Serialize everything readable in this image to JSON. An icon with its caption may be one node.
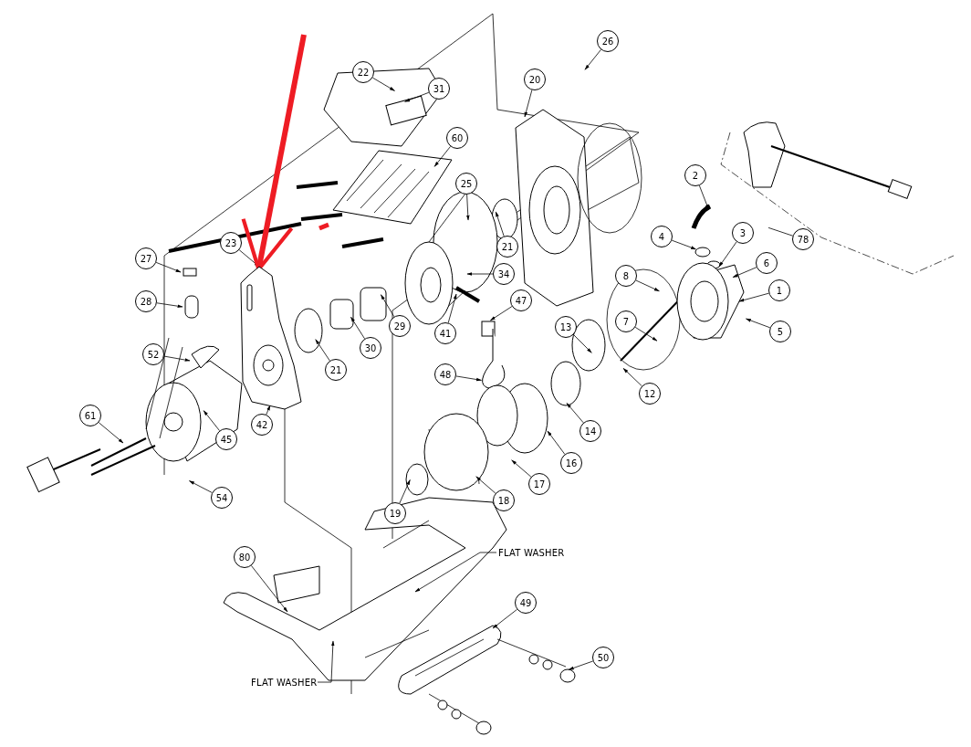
{
  "diagram": {
    "nodes": [
      {
        "text": [
          "22"
        ]
      },
      {
        "text": [
          "31"
        ]
      },
      {
        "text": [
          "26"
        ]
      },
      {
        "text": [
          "20"
        ]
      },
      {
        "text": [
          "60"
        ]
      },
      {
        "text": [
          "25"
        ]
      },
      {
        "text": [
          "21"
        ]
      },
      {
        "text": [
          "2"
        ]
      },
      {
        "text": [
          "4"
        ]
      },
      {
        "text": [
          "3"
        ]
      },
      {
        "text": [
          "78"
        ]
      },
      {
        "text": [
          "6"
        ]
      },
      {
        "text": [
          "8"
        ]
      },
      {
        "text": [
          "1"
        ]
      },
      {
        "text": [
          "5"
        ]
      },
      {
        "text": [
          "23"
        ]
      },
      {
        "text": [
          "27"
        ]
      },
      {
        "text": [
          "28"
        ]
      },
      {
        "text": [
          "52"
        ]
      },
      {
        "text": [
          "34"
        ]
      },
      {
        "text": [
          "41"
        ]
      },
      {
        "text": [
          "47"
        ]
      },
      {
        "text": [
          "30"
        ]
      },
      {
        "text": [
          "29"
        ]
      },
      {
        "text": [
          "21"
        ]
      },
      {
        "text": [
          "7"
        ]
      },
      {
        "text": [
          "13"
        ]
      },
      {
        "text": [
          "12"
        ]
      },
      {
        "text": [
          "14"
        ]
      },
      {
        "text": [
          "48"
        ]
      },
      {
        "text": [
          "42"
        ]
      },
      {
        "text": [
          "45"
        ]
      },
      {
        "text": [
          "61"
        ]
      },
      {
        "text": [
          "54"
        ]
      },
      {
        "text": [
          "16"
        ]
      },
      {
        "text": [
          "17"
        ]
      },
      {
        "text": [
          "18"
        ]
      },
      {
        "text": [
          "19"
        ]
      },
      {
        "text": [
          "80"
        ]
      },
      {
        "text": [
          "49"
        ]
      },
      {
        "text": [
          "50"
        ]
      },
      {
        "text": [
          "FLAT WASHER"
        ]
      },
      {
        "text": [
          "FLAT WASHER"
        ]
      },
      {
        "text": [],
        "shape": "picture"
      }
    ],
    "edges": [
      {
        "from": 0,
        "to": null,
        "arrow": "to"
      },
      {
        "from": 1,
        "to": null,
        "arrow": "to"
      },
      {
        "from": 2,
        "to": null,
        "arrow": "to"
      },
      {
        "from": 3,
        "to": null,
        "arrow": "to"
      },
      {
        "from": 4,
        "to": null,
        "arrow": "to"
      },
      {
        "from": 5,
        "to": null,
        "arrow": "to"
      },
      {
        "from": 6,
        "to": null,
        "arrow": "to"
      },
      {
        "from": 7,
        "to": null,
        "arrow": "to"
      },
      {
        "from": 8,
        "to": null,
        "arrow": "to"
      },
      {
        "from": 9,
        "to": null,
        "arrow": "to"
      },
      {
        "from": 10,
        "to": null,
        "arrow": "none"
      },
      {
        "from": 11,
        "to": null,
        "arrow": "to"
      },
      {
        "from": 12,
        "to": null,
        "arrow": "to"
      },
      {
        "from": 13,
        "to": null,
        "arrow": "to"
      },
      {
        "from": 14,
        "to": null,
        "arrow": "to"
      },
      {
        "from": 15,
        "to": 43,
        "arrow": "to"
      },
      {
        "from": 16,
        "to": null,
        "arrow": "to"
      },
      {
        "from": 17,
        "to": null,
        "arrow": "to"
      },
      {
        "from": 18,
        "to": null,
        "arrow": "to"
      },
      {
        "from": 19,
        "to": null,
        "arrow": "to"
      },
      {
        "from": 20,
        "to": null,
        "arrow": "to"
      },
      {
        "from": 21,
        "to": null,
        "arrow": "to"
      },
      {
        "from": 22,
        "to": null,
        "arrow": "to"
      },
      {
        "from": 23,
        "to": null,
        "arrow": "to"
      },
      {
        "from": 24,
        "to": null,
        "arrow": "to"
      },
      {
        "from": 25,
        "to": null,
        "arrow": "to"
      },
      {
        "from": 26,
        "to": null,
        "arrow": "to"
      },
      {
        "from": 27,
        "to": null,
        "arrow": "to"
      },
      {
        "from": 28,
        "to": null,
        "arrow": "to"
      },
      {
        "from": 29,
        "to": null,
        "arrow": "to"
      },
      {
        "from": 30,
        "to": 43,
        "arrow": "to"
      },
      {
        "from": 31,
        "to": null,
        "arrow": "to"
      },
      {
        "from": 32,
        "to": null,
        "arrow": "to"
      },
      {
        "from": 33,
        "to": null,
        "arrow": "to"
      },
      {
        "from": 34,
        "to": null,
        "arrow": "to"
      },
      {
        "from": 35,
        "to": null,
        "arrow": "to"
      },
      {
        "from": 36,
        "to": null,
        "arrow": "to"
      },
      {
        "from": 37,
        "to": null,
        "arrow": "to"
      },
      {
        "from": 38,
        "to": null,
        "arrow": "to"
      },
      {
        "from": 39,
        "to": null,
        "arrow": "to"
      },
      {
        "from": 40,
        "to": null,
        "arrow": "to"
      },
      {
        "from": 41,
        "to": null,
        "arrow": "to"
      },
      {
        "from": 42,
        "to": null,
        "arrow": "to"
      },
      {
        "from": null,
        "to": 43,
        "arrow": "to",
        "style": "thick",
        "color": "#ee1c24"
      }
    ]
  }
}
